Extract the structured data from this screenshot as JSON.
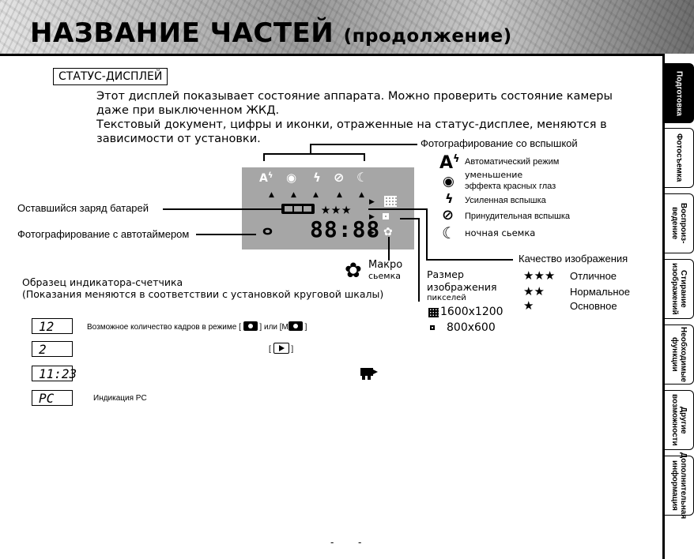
{
  "header": {
    "title": "НАЗВАНИЕ ЧАСТЕЙ",
    "subtitle": "(продолжение)"
  },
  "side_tabs": [
    {
      "label": "Подготовка",
      "active": true
    },
    {
      "label": "Фотосъемка",
      "active": false
    },
    {
      "label": "Воспроиз-\nведение",
      "active": false
    },
    {
      "label": "Стирание\nизображений",
      "active": false
    },
    {
      "label": "Необходимые\nфункции",
      "active": false
    },
    {
      "label": "Другие\nвозможности",
      "active": false
    },
    {
      "label": "Дополнительная\nинформация",
      "active": false
    }
  ],
  "section_title": "СТАТУС-ДИСПЛЕЙ",
  "intro": {
    "p1": "Этот дисплей показывает состояние аппарата. Можно проверить состояние камеры даже при выключенном ЖКД.",
    "p2": "Текстовый документ, цифры и иконки, отраженные на статус-дисплее, меняются в зависимости от установки."
  },
  "labels": {
    "flash": "Фотографирование со вспышкой",
    "battery": "Оставшийся заряд батарей",
    "selftimer": "Фотографирование с автотаймером",
    "macro_1": "Макро",
    "macro_2": "сьемка",
    "quality": "Качество изображения",
    "size_1": "Размер",
    "size_2": "изображения",
    "size_3": "пикселей"
  },
  "flash_modes": [
    {
      "icon": "A⚡",
      "label": "Автоматический режим"
    },
    {
      "icon": "👁",
      "label": "уменьшение"
    },
    {
      "icon": "",
      "label": "эффекта красных глаз"
    },
    {
      "icon": "ϟ",
      "label": "Усиленная вспышка"
    },
    {
      "icon": "⊘",
      "label": "Принудительная вспышка"
    },
    {
      "icon": "☾",
      "label": "ночная сьемка"
    }
  ],
  "quality_levels": [
    {
      "stars": "★★★",
      "label": "Отличное"
    },
    {
      "stars": "★★",
      "label": "Нормальное"
    },
    {
      "stars": "★",
      "label": "Основное"
    }
  ],
  "sizes": [
    {
      "label": "1600x1200"
    },
    {
      "label": "800x600"
    }
  ],
  "lcd": {
    "stars": "★★★",
    "digits": "88:88"
  },
  "counter": {
    "title_1": "Образец индикатора-счетчика",
    "title_2": "(Показания меняются в соответствии с установкой круговой шкалы)",
    "rows": [
      {
        "display": "12",
        "text_a": "Возможное количество кадров в режиме [",
        "text_b": "] или  [M",
        "text_c": "]"
      },
      {
        "display": "2",
        "text_a": "[",
        "text_c": "]"
      },
      {
        "display": "11:23"
      },
      {
        "display": "PC",
        "text_a": "Индикация PC"
      }
    ]
  },
  "footer": {
    "page_dash_1": "-",
    "page_dash_2": "-"
  }
}
